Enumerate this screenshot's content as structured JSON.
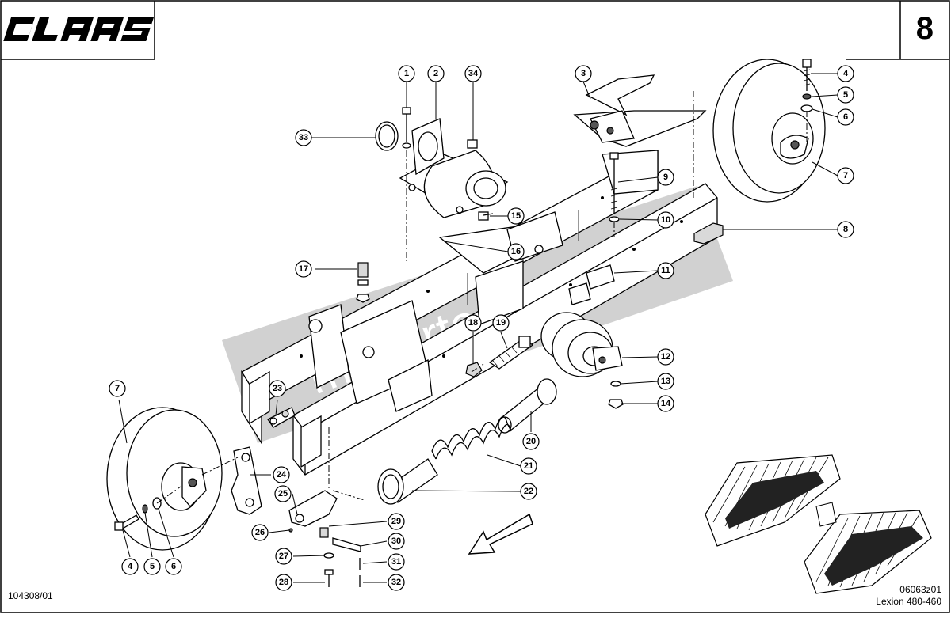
{
  "header": {
    "brand_logo_text": "CLAAS",
    "page_number": "8"
  },
  "footer": {
    "doc_number": "104308/01",
    "drawing_code": "06063z01",
    "model": "Lexion 480-460"
  },
  "watermark": {
    "text": "movertest.ru"
  },
  "callouts": [
    {
      "label": "1"
    },
    {
      "label": "2"
    },
    {
      "label": "34"
    },
    {
      "label": "3"
    },
    {
      "label": "4"
    },
    {
      "label": "5"
    },
    {
      "label": "6"
    },
    {
      "label": "7"
    },
    {
      "label": "33"
    },
    {
      "label": "9"
    },
    {
      "label": "15"
    },
    {
      "label": "10"
    },
    {
      "label": "8"
    },
    {
      "label": "16"
    },
    {
      "label": "17"
    },
    {
      "label": "11"
    },
    {
      "label": "18"
    },
    {
      "label": "19"
    },
    {
      "label": "12"
    },
    {
      "label": "13"
    },
    {
      "label": "14"
    },
    {
      "label": "7"
    },
    {
      "label": "23"
    },
    {
      "label": "20"
    },
    {
      "label": "21"
    },
    {
      "label": "24"
    },
    {
      "label": "25"
    },
    {
      "label": "22"
    },
    {
      "label": "26"
    },
    {
      "label": "29"
    },
    {
      "label": "30"
    },
    {
      "label": "27"
    },
    {
      "label": "31"
    },
    {
      "label": "28"
    },
    {
      "label": "32"
    },
    {
      "label": "4"
    },
    {
      "label": "5"
    },
    {
      "label": "6"
    }
  ]
}
